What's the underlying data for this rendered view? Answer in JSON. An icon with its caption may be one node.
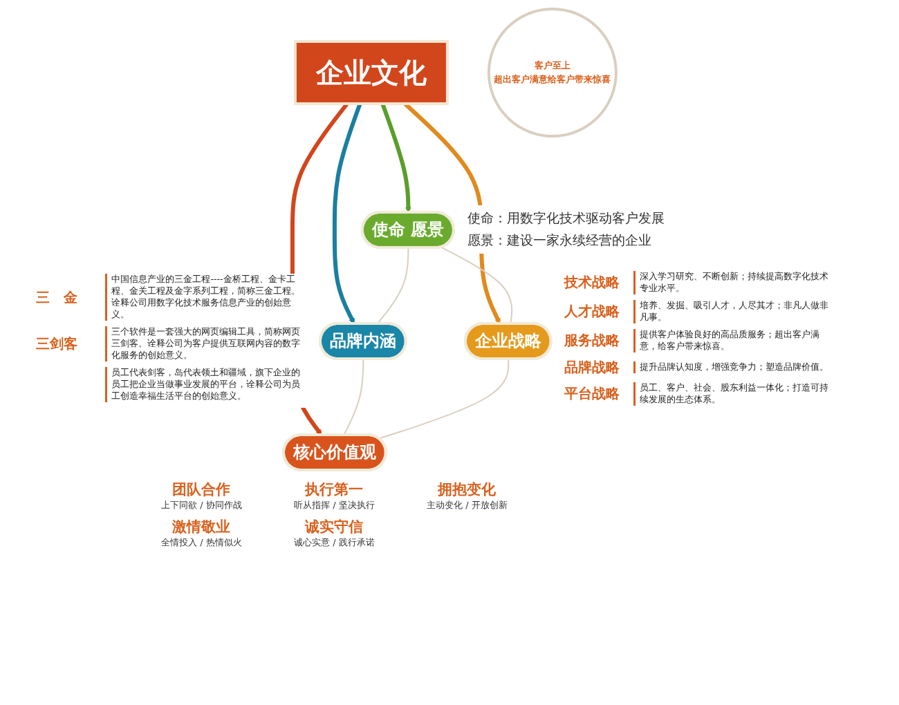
{
  "diagram": {
    "nodes": [
      {
        "text": [
          "企业文化"
        ]
      },
      {
        "text": [
          "使命 愿景"
        ],
        "beside": [
          "使命：用数字化技术驱动客户发展",
          "愿景：建设一家永续经营的企业"
        ]
      },
      {
        "text": [
          "企业战略"
        ],
        "beside": [
          "技术战略",
          "深入学习研究、不断创新；持续提高数字化技术专业水平。",
          "人才战略",
          "培养、发掘、吸引人才，人尽其才；非凡人做非凡事。",
          "服务战略",
          "提供客户体验良好的高品质服务；超出客户满意，给客户带来惊喜。",
          "品牌战略",
          "提升品牌认知度，增强竞争力；塑造品牌价值。",
          "平台战略",
          "员工、客户、社会、股东利益一体化；打造可持续发展的生态体系。"
        ]
      },
      {
        "text": [
          "品牌内涵"
        ],
        "beside": [
          "三　金",
          "中国信息产业的三金工程----金桥工程、金卡工程、金关工程及金字系列工程，简称三金工程。诠释公司用数字化技术服务信息产业的创始意义。",
          "三剑客",
          "三个软件是一套强大的网页编辑工具，简称网页三剑客。诠释公司为客户提供互联网内容的数字化服务的创始意义。",
          "员工代表剑客，岛代表领土和疆域，旗下企业的员工把企业当做事业发展的平台，诠释公司为员工创造幸福生活平台的创始意义。"
        ]
      },
      {
        "text": [
          "核心价值观"
        ],
        "beside": [
          "团队合作",
          "上下同欲 / 协同作战",
          "执行第一",
          "听从指挥 / 坚决执行",
          "拥抱变化",
          "主动变化 / 开放创新",
          "激情敬业",
          "全情投入 / 热情似火",
          "诚实守信",
          "诚心实意 / 践行承诺"
        ]
      },
      {
        "text": [
          "客户至上",
          "超出客户满意给客户带来惊喜"
        ]
      }
    ],
    "edges": [
      {
        "from": 0,
        "to": 1,
        "arrow": "to",
        "style": "thick",
        "color": "#5a9e2a"
      },
      {
        "from": 0,
        "to": 2,
        "arrow": "to",
        "style": "thick",
        "color": "#e08a1e"
      },
      {
        "from": 0,
        "to": 3,
        "arrow": "to",
        "style": "thick",
        "color": "#1a7fa0"
      },
      {
        "from": 0,
        "to": 4,
        "arrow": "to",
        "style": "thick",
        "color": "#d2461c"
      },
      {
        "from": 1,
        "to": 3,
        "arrow": "none",
        "color": "#d9cfc0"
      },
      {
        "from": 3,
        "to": 4,
        "arrow": "none",
        "color": "#d9cfc0"
      },
      {
        "from": 2,
        "to": 4,
        "arrow": "none",
        "color": "#d9cfc0"
      },
      {
        "from": 1,
        "to": 2,
        "arrow": "none",
        "color": "#d9cfc0"
      }
    ]
  }
}
